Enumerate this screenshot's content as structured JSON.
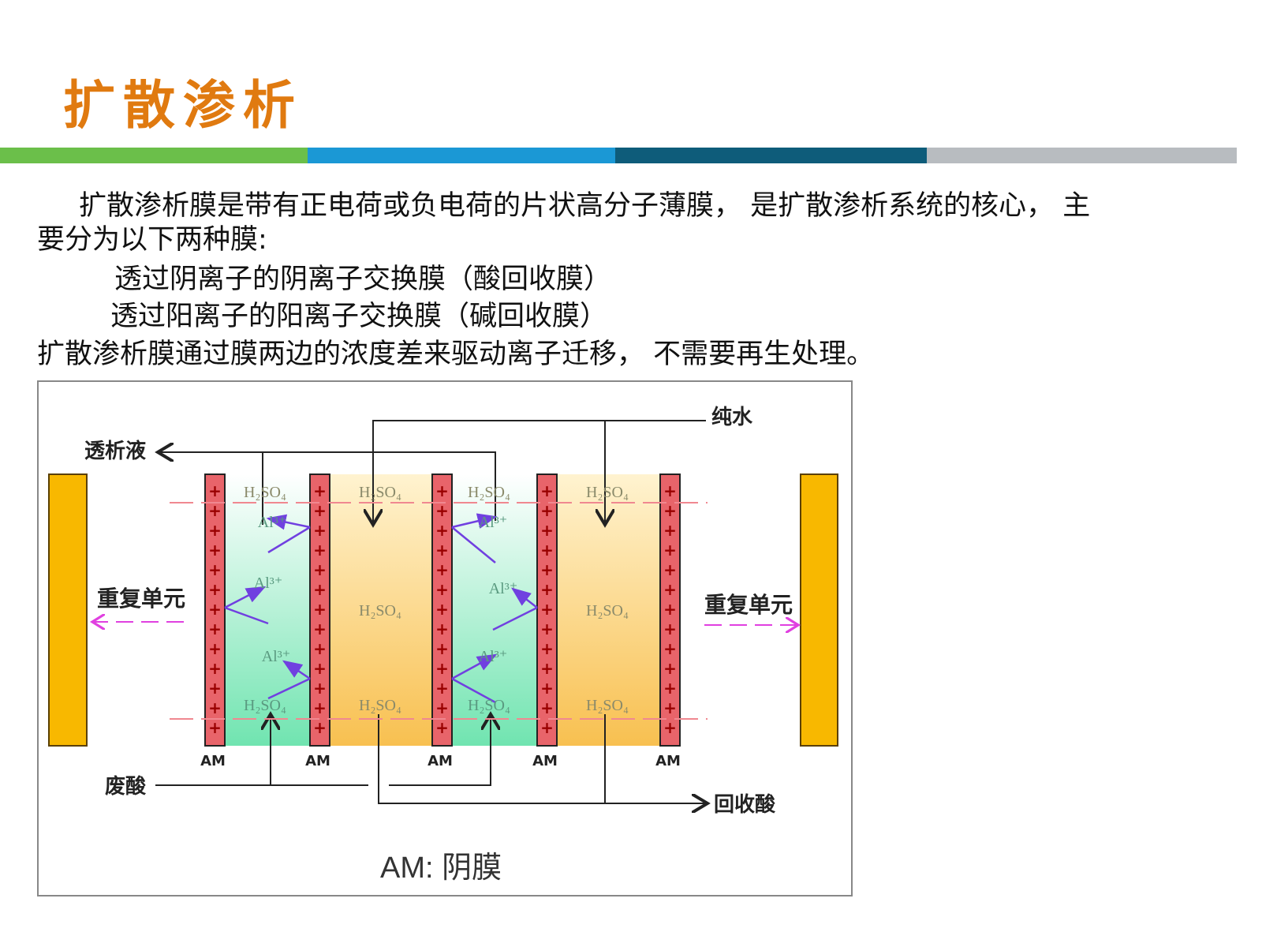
{
  "title": "扩散渗析",
  "colors": {
    "title": "#E07A10",
    "bar_green": "#6BBF4A",
    "bar_blue": "#1B98D5",
    "bar_teal": "#0E5C7A",
    "bar_gray": "#B8BCC0",
    "membrane": "#E8646A",
    "electrode": "#F8B800"
  },
  "body": {
    "line1": "扩散渗析膜是带有正电荷或负电荷的片状高分子薄膜， 是扩散渗析系统的核心， 主",
    "line2": "要分为以下两种膜:",
    "line3": "透过阴离子的阴离子交换膜（酸回收膜）",
    "line4": "透过阳离子的阳离子交换膜（碱回收膜）",
    "line5": "扩散渗析膜通过膜两边的浓度差来驱动离子迁移， 不需要再生处理。"
  },
  "diagram": {
    "dialysate": "透析液",
    "pure_water": "纯水",
    "repeat_unit_left": "重复单元",
    "repeat_unit_right": "重复单元",
    "waste_acid": "废酸",
    "recovered_acid": "回收酸",
    "membrane_label": "AM",
    "legend": "AM: 阴膜",
    "h2so4": "H₂SO₄",
    "al3": "Al³⁺"
  }
}
